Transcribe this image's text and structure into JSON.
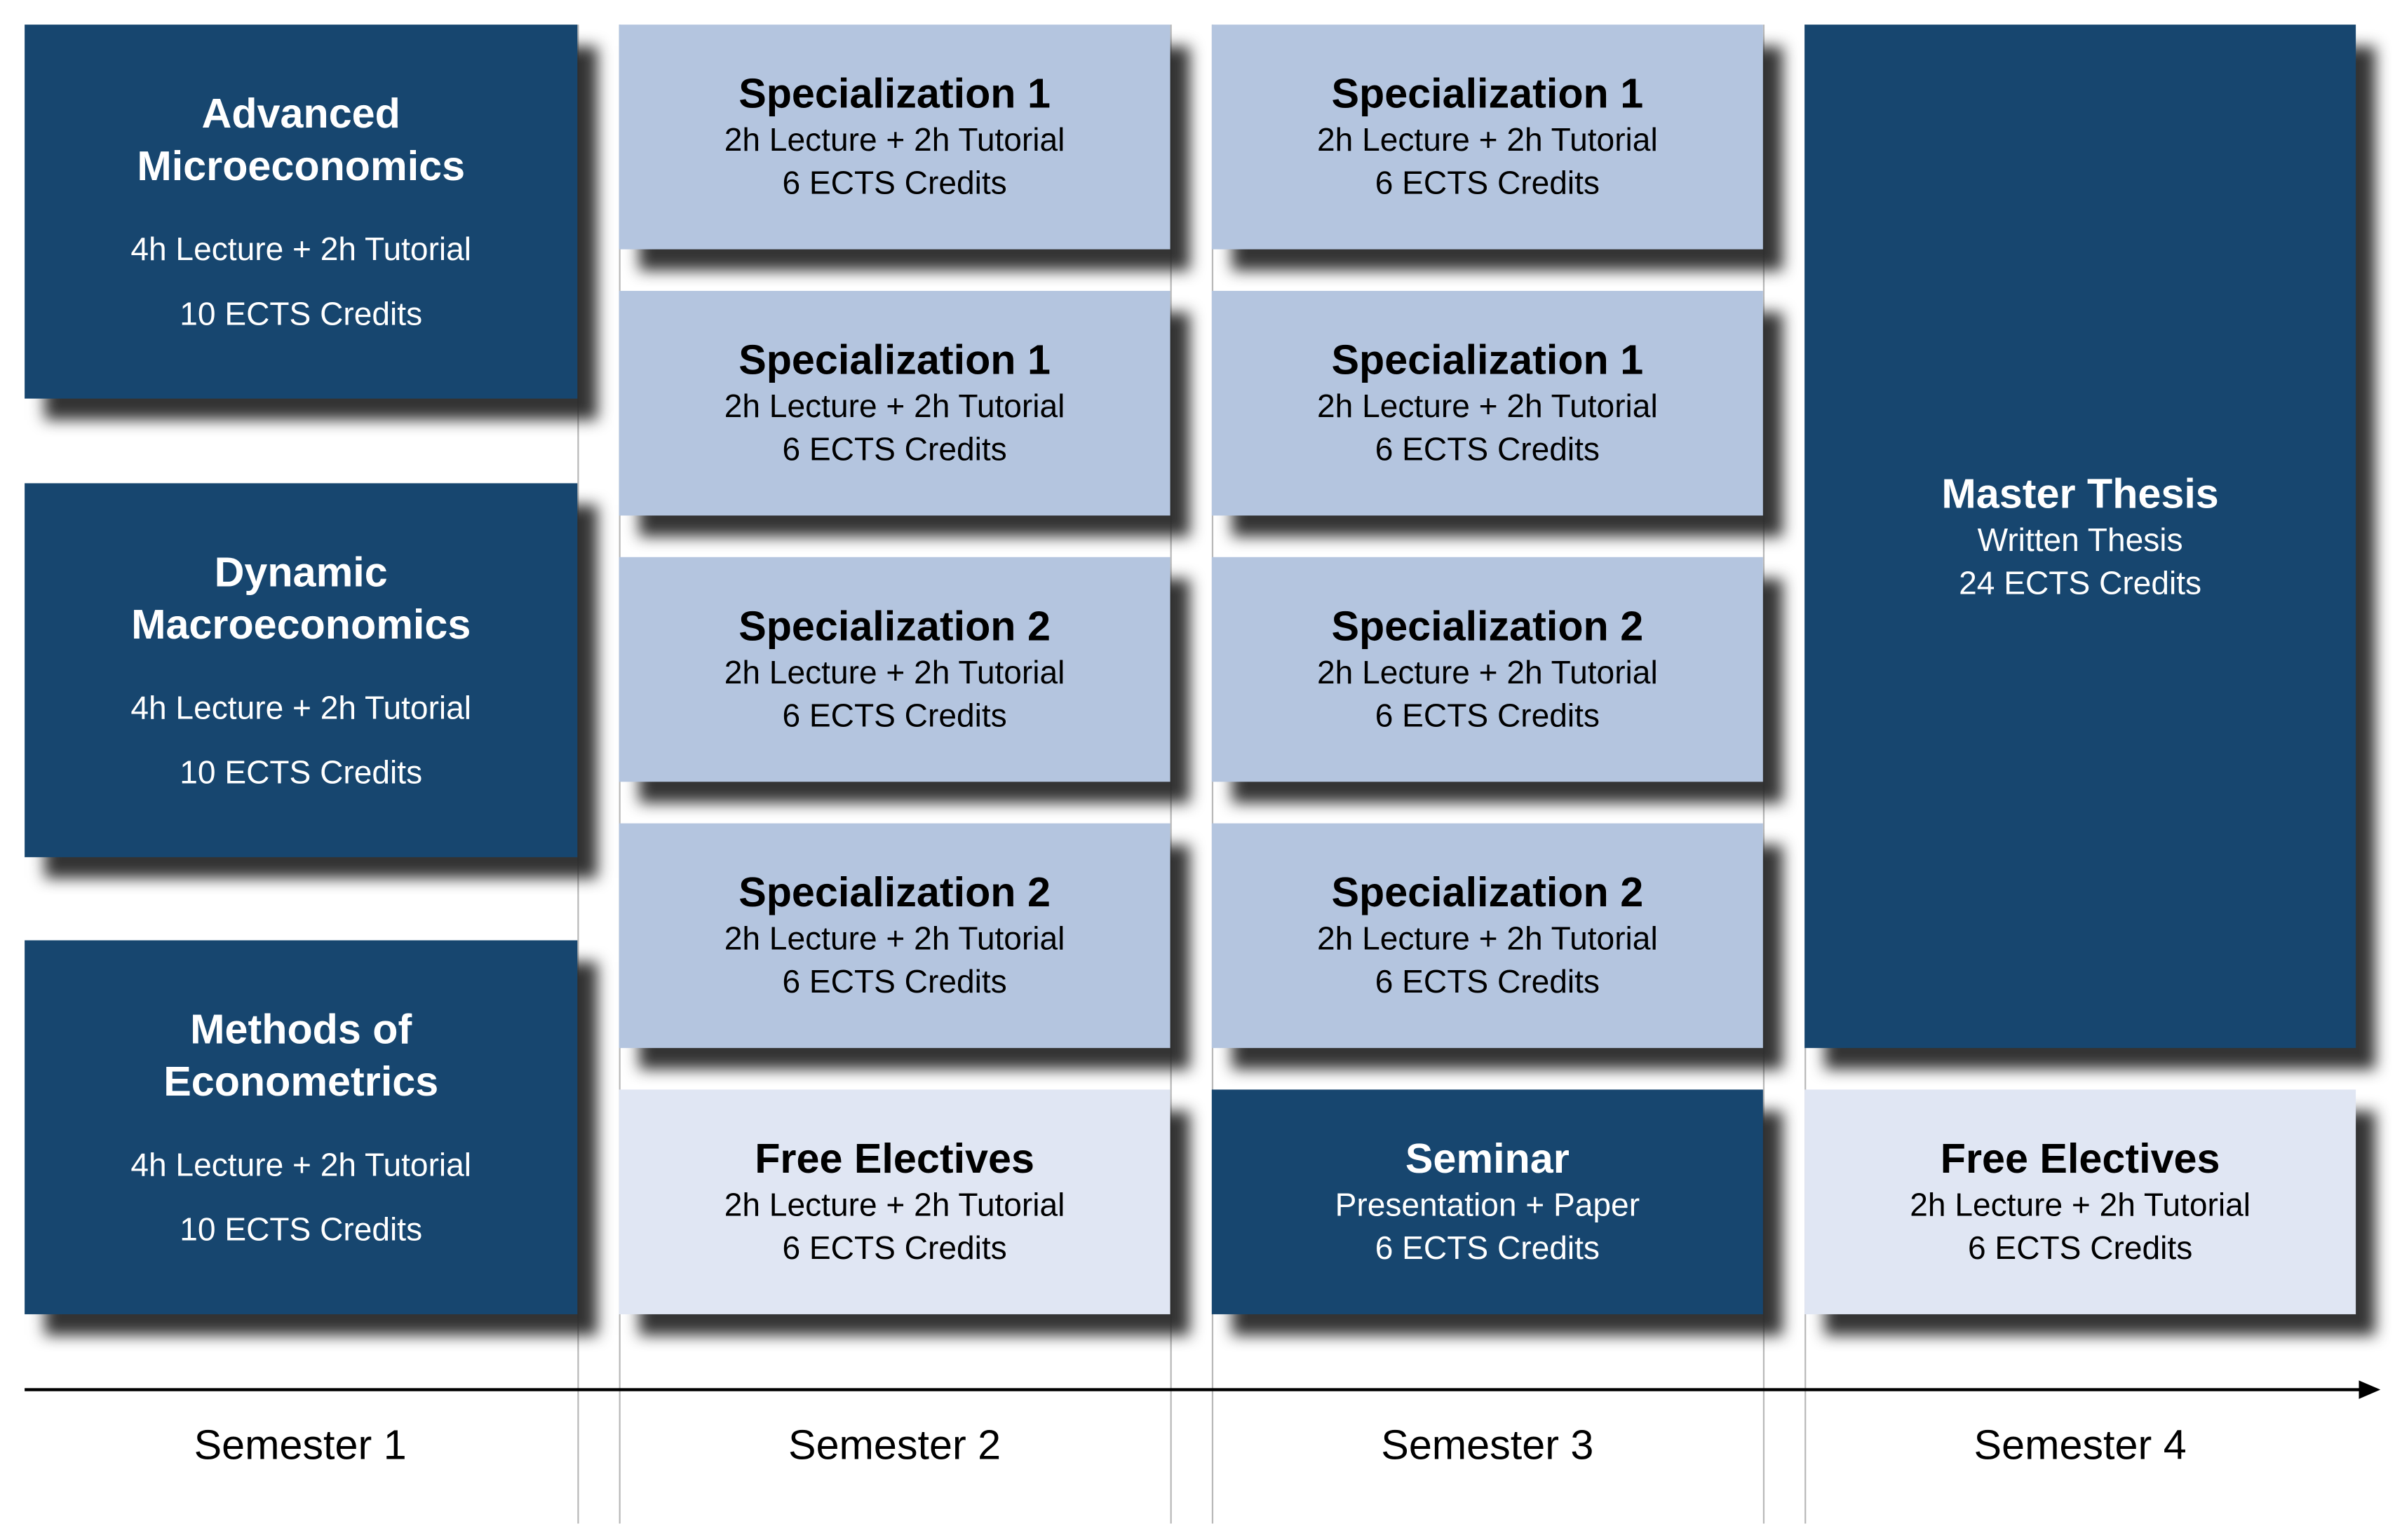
{
  "colors": {
    "dark": "#17466f",
    "mid": "#b4c5df",
    "light": "#e0e6f3"
  },
  "semesters": [
    "Semester 1",
    "Semester 2",
    "Semester 3",
    "Semester 4"
  ],
  "semester1": [
    {
      "title_lines": [
        "Advanced",
        "Microeconomics"
      ],
      "hours": "4h Lecture + 2h Tutorial",
      "credits": "10 ECTS Credits"
    },
    {
      "title_lines": [
        "Dynamic",
        "Macroeconomics"
      ],
      "hours": "4h Lecture + 2h Tutorial",
      "credits": "10 ECTS Credits"
    },
    {
      "title_lines": [
        "Methods of",
        "Econometrics"
      ],
      "hours": "4h Lecture + 2h Tutorial",
      "credits": "10 ECTS Credits"
    }
  ],
  "semester2": [
    {
      "title": "Specialization 1",
      "hours": "2h Lecture + 2h Tutorial",
      "credits": "6 ECTS Credits",
      "style": "mid"
    },
    {
      "title": "Specialization 1",
      "hours": "2h Lecture + 2h Tutorial",
      "credits": "6 ECTS Credits",
      "style": "mid"
    },
    {
      "title": "Specialization 2",
      "hours": "2h Lecture + 2h Tutorial",
      "credits": "6 ECTS Credits",
      "style": "mid"
    },
    {
      "title": "Specialization 2",
      "hours": "2h Lecture + 2h Tutorial",
      "credits": "6 ECTS Credits",
      "style": "mid"
    },
    {
      "title": "Free Electives",
      "hours": "2h Lecture + 2h Tutorial",
      "credits": "6 ECTS Credits",
      "style": "light"
    }
  ],
  "semester3": [
    {
      "title": "Specialization 1",
      "hours": "2h Lecture + 2h Tutorial",
      "credits": "6 ECTS Credits",
      "style": "mid"
    },
    {
      "title": "Specialization 1",
      "hours": "2h Lecture + 2h Tutorial",
      "credits": "6 ECTS Credits",
      "style": "mid"
    },
    {
      "title": "Specialization 2",
      "hours": "2h Lecture + 2h Tutorial",
      "credits": "6 ECTS Credits",
      "style": "mid"
    },
    {
      "title": "Specialization 2",
      "hours": "2h Lecture + 2h Tutorial",
      "credits": "6 ECTS Credits",
      "style": "mid"
    },
    {
      "title": "Seminar",
      "hours": "Presentation + Paper",
      "credits": "6 ECTS Credits",
      "style": "dark"
    }
  ],
  "semester4": [
    {
      "title": "Master Thesis",
      "hours": "Written Thesis",
      "credits": "24 ECTS Credits",
      "style": "dark"
    },
    {
      "title": "Free Electives",
      "hours": "2h Lecture + 2h Tutorial",
      "credits": "6 ECTS Credits",
      "style": "light"
    }
  ]
}
